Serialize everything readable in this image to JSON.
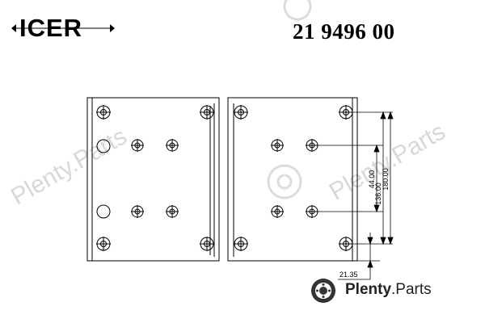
{
  "header": {
    "logo_text": "ICER",
    "part_number": "21 9496 00"
  },
  "dimensions": {
    "d1": "44.00",
    "d2": "136.00",
    "d3": "180.00",
    "d4": "21.35"
  },
  "watermark": {
    "brand_name": "Plenty",
    "brand_suffix": ".Parts",
    "repeat_text": "Plenty.Parts"
  },
  "icons": {
    "logo": "icer-logo-icon",
    "brand": "brake-disc-logo-icon"
  },
  "colors": {
    "line": "#000000",
    "watermark": "#d8d8d8"
  }
}
